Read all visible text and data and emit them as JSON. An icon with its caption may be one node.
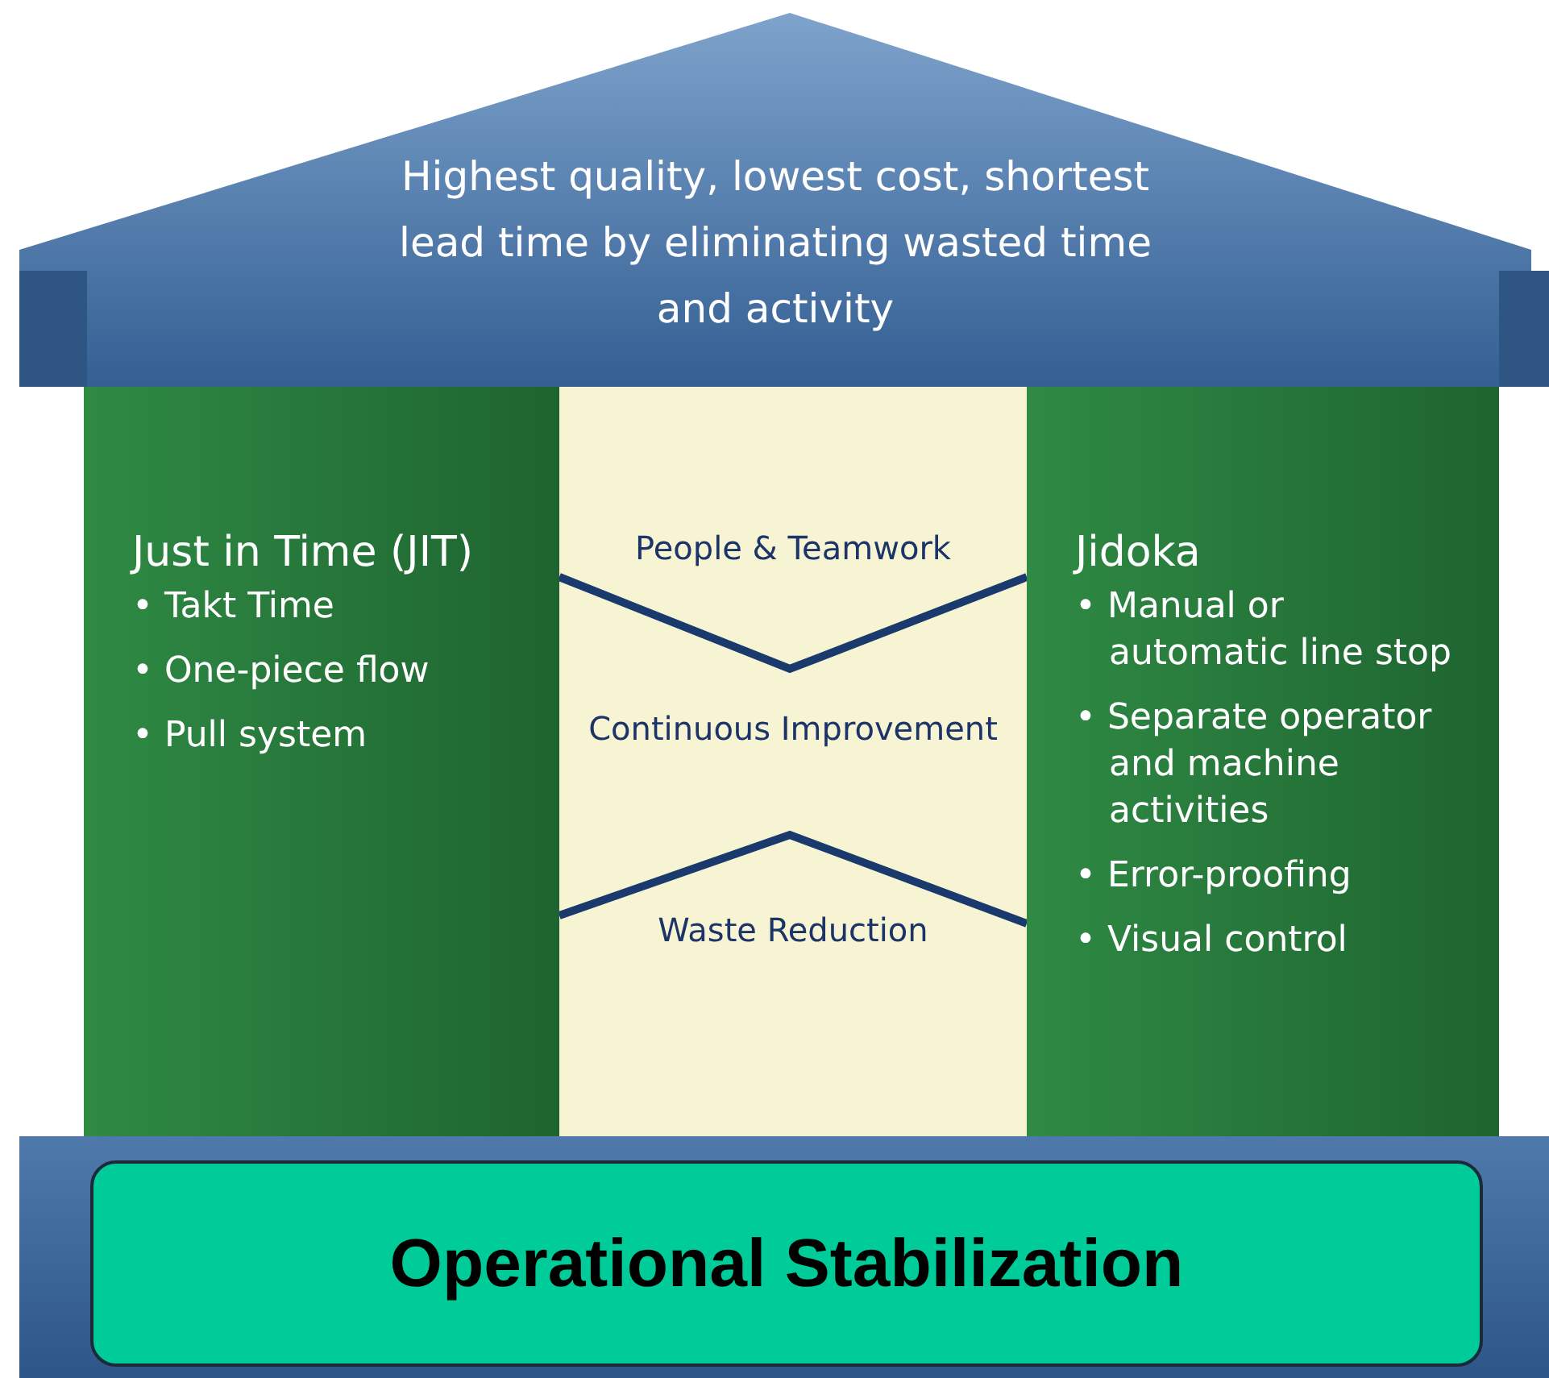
{
  "diagram": {
    "nodes": [
      {
        "text": [
          "Highest quality, lowest cost, shortest lead time by eliminating wasted time and activity"
        ]
      },
      {
        "text": [
          "Just in Time (JIT)",
          "• Takt Time",
          "• One-piece flow",
          "• Pull system"
        ]
      },
      {
        "text": [
          "People & Teamwork",
          "Continuous Improvement",
          "Waste Reduction"
        ]
      },
      {
        "text": [
          "Jidoka",
          "• Manual or automatic line stop",
          "• Separate operator and machine activities",
          "• Error-proofing",
          "• Visual control"
        ]
      },
      {
        "text": [
          "Operational Stabilization"
        ]
      }
    ]
  }
}
